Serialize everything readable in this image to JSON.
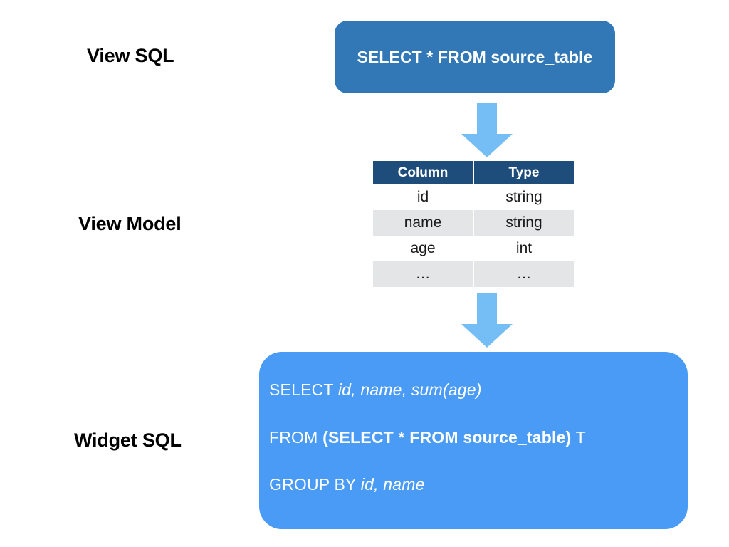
{
  "diagram": {
    "title": "View SQL to View Model to Widget SQL pipeline",
    "background_color": "#ffffff"
  },
  "colors": {
    "view_sql_box": "#3278b7",
    "widget_sql_box": "#4a9bf5",
    "arrow": "#74bdf5",
    "table_header": "#1e4d7b",
    "table_stripe": "#e4e5e7",
    "table_row": "#ffffff",
    "label_text": "#000000",
    "box_text": "#ffffff"
  },
  "labels": {
    "view_sql": "View SQL",
    "view_model": "View Model",
    "widget_sql": "Widget SQL"
  },
  "view_sql": {
    "query": "SELECT * FROM source_table"
  },
  "arrows": {
    "top": "down-arrow-icon",
    "bottom": "down-arrow-icon"
  },
  "view_model": {
    "headers": [
      "Column",
      "Type"
    ],
    "rows": [
      {
        "column": "id",
        "type": "string"
      },
      {
        "column": "name",
        "type": "string"
      },
      {
        "column": "age",
        "type": "int"
      },
      {
        "column": "…",
        "type": "…"
      }
    ]
  },
  "widget_sql": {
    "lines": [
      {
        "id": "line-select",
        "segments": [
          {
            "text": "SELECT ",
            "style": "normal"
          },
          {
            "text": "id, name, sum(age)",
            "style": "italic"
          }
        ]
      },
      {
        "id": "line-from",
        "segments": [
          {
            "text": "FROM ",
            "style": "normal"
          },
          {
            "text": "(SELECT * FROM source_table)",
            "style": "bold"
          },
          {
            "text": " T",
            "style": "normal"
          }
        ]
      },
      {
        "id": "line-group-by",
        "segments": [
          {
            "text": "GROUP BY ",
            "style": "normal"
          },
          {
            "text": "id, name",
            "style": "italic"
          }
        ]
      }
    ]
  }
}
